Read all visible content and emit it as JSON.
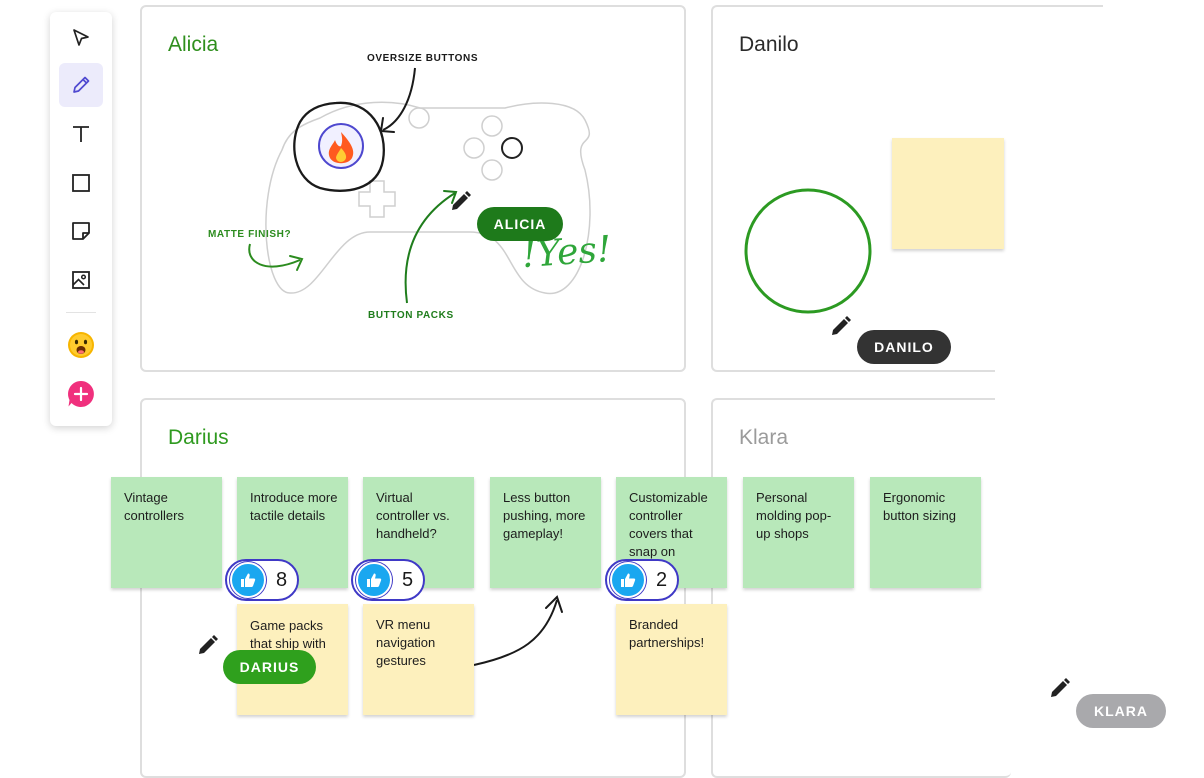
{
  "colors": {
    "accent": "#5a55d8",
    "green_text": "#2f8f1d",
    "cursor_green": "#1e8a1e",
    "cursor_dark": "#333333",
    "cursor_grey": "#a9a9ac",
    "sticky_green": "#b8e8ba",
    "sticky_yellow": "#fdf0bd",
    "vote_blue": "#1aa7f0"
  },
  "toolbar": {
    "tools": [
      {
        "icon": "select-arrow-icon"
      },
      {
        "icon": "pencil-icon",
        "active": true
      },
      {
        "icon": "text-tool-icon"
      },
      {
        "icon": "rectangle-tool-icon"
      },
      {
        "icon": "sticky-note-icon"
      },
      {
        "icon": "image-tool-icon"
      },
      {
        "icon": "emoji-reaction-icon"
      },
      {
        "icon": "add-comment-icon"
      }
    ]
  },
  "frames": {
    "alicia": {
      "name": "Alicia",
      "annotations": {
        "oversize": "OVERSIZE BUTTONS",
        "matte": "MATTE FINISH?",
        "packs": "BUTTON PACKS",
        "yes": "!Yes!"
      },
      "cursor": "ALICIA"
    },
    "danilo": {
      "name": "Danilo",
      "cursor": "DANILO"
    },
    "darius": {
      "name": "Darius",
      "cursor": "DARIUS"
    },
    "klara": {
      "name": "Klara",
      "cursor": "KLARA"
    }
  },
  "stickies": {
    "vintage": "Vintage controllers",
    "tactile": "Introduce more tactile details",
    "virtual": "Virtual controller vs. handheld?",
    "less": "Less button pushing, more gameplay!",
    "covers": "Customizable controller covers that snap on",
    "molding": "Personal molding pop-up shops",
    "ergonomic": "Ergonomic button sizing",
    "gamepacks": "Game packs that ship with",
    "vr": "VR menu navigation gestures",
    "branded": "Branded partnerships!"
  },
  "votes": {
    "tactile": "8",
    "virtual": "5",
    "covers": "2"
  }
}
